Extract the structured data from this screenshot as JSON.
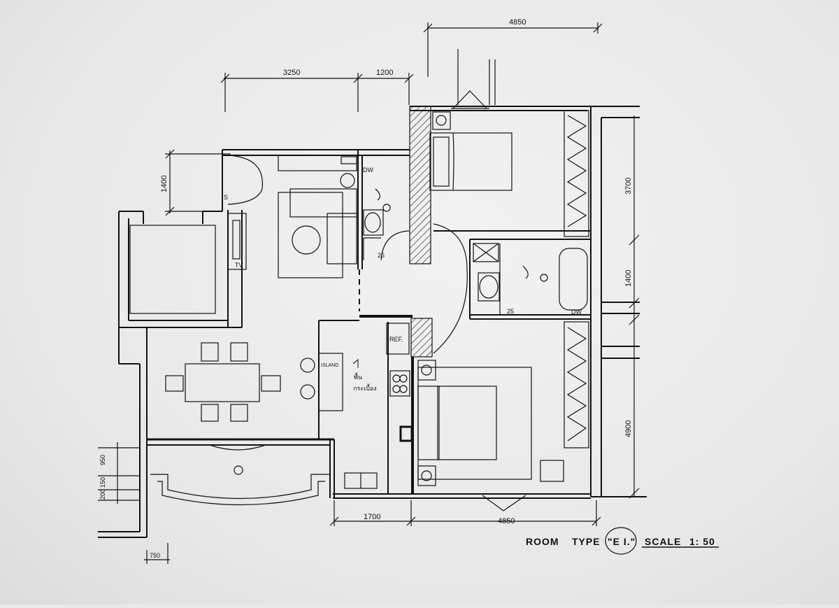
{
  "title": {
    "room_label": "ROOM",
    "type_label": "TYPE",
    "type_code": "\"E I.\"",
    "scale_label": "SCALE",
    "scale_value": "1: 50"
  },
  "dimensions": {
    "top_right": "4850",
    "top_left": "3250",
    "top_mid": "1200",
    "left_upper": "1400",
    "right_upper": "3700",
    "right_mid": "1400",
    "right_lower": "4900",
    "bottom_left": "1700",
    "bottom_right": "4850",
    "left_stack_1": "950",
    "left_stack_2": "150",
    "left_stack_3": "200",
    "bottom_small": "750"
  },
  "labels": {
    "dw_top": "DW",
    "dw_bath": "DW",
    "tv": "TV",
    "ref": "REF.",
    "island": "ISLAND",
    "thai_note_1": "พื้น",
    "thai_note_2": "กระเบื้อง",
    "step_1": "25",
    "step_2": "25",
    "s_mark": "S"
  }
}
